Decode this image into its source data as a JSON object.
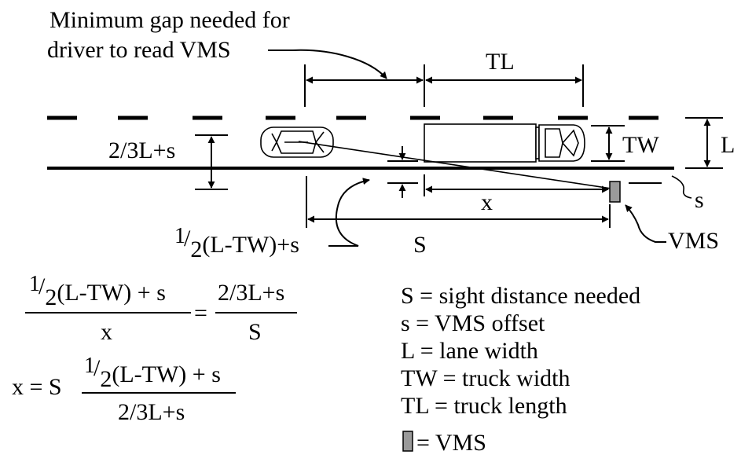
{
  "annotation": {
    "line1": "Minimum gap needed for",
    "line2": "driver to read VMS"
  },
  "labels": {
    "TL": "TL",
    "TW": "TW",
    "L": "L",
    "s": "s",
    "x": "x",
    "S": "S",
    "VMS": "VMS",
    "two_thirds": "2/3L+s",
    "half_num": "1",
    "half_den": "2",
    "half_rest": "(L-TW)+s"
  },
  "equations": {
    "eq1_num_rest": "(L-TW) + s",
    "eq1_equals": "=",
    "eq1_rhs_num": "2/3L+s",
    "eq1_lhs_den": "x",
    "eq1_rhs_den": "S",
    "eq2_prefix": "x = S",
    "eq2_num_rest": "(L-TW) + s",
    "eq2_den": "2/3L+s"
  },
  "legend": {
    "items": [
      "S = sight distance needed",
      "s = VMS offset",
      "L = lane width",
      "TW = truck width",
      "TL = truck length"
    ],
    "vms_symbol_label": "= VMS"
  },
  "colors": {
    "ink": "#000000",
    "sign_fill": "#9a9a9a"
  }
}
